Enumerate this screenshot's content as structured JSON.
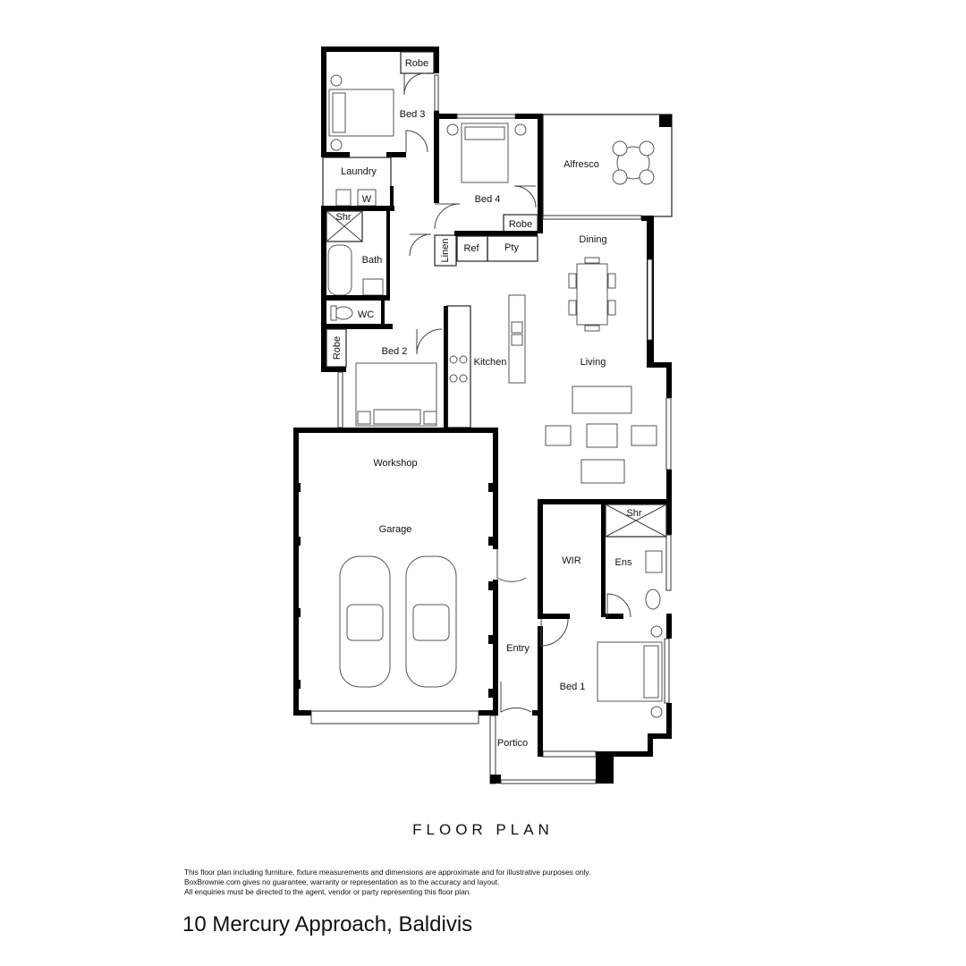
{
  "rooms": {
    "robe_bed3": "Robe",
    "bed3": "Bed 3",
    "laundry": "Laundry",
    "washer": "W",
    "shr_bath": "Shr",
    "bath": "Bath",
    "wc": "WC",
    "robe_bed2": "Robe",
    "bed2": "Bed 2",
    "bed4": "Bed 4",
    "robe_bed4": "Robe",
    "linen": "Linen",
    "ref": "Ref",
    "pty": "Pty",
    "alfresco": "Alfresco",
    "dining": "Dining",
    "kitchen": "Kitchen",
    "living": "Living",
    "workshop": "Workshop",
    "garage": "Garage",
    "wir": "WIR",
    "shr_ens": "Shr",
    "ens": "Ens",
    "entry": "Entry",
    "bed1": "Bed 1",
    "portico": "Portico"
  },
  "title": "FLOOR PLAN",
  "disclaimer": [
    "This floor plan including furniture, fixture measurements and dimensions are approximate and for illustrative purposes only.",
    "BoxBrownie.com gives no guarantee, warranty or representation as to the accuracy and layout.",
    "All enquiries must be directed to the agent, vendor or party representing this floor plan."
  ],
  "address": "10 Mercury Approach, Baldivis"
}
